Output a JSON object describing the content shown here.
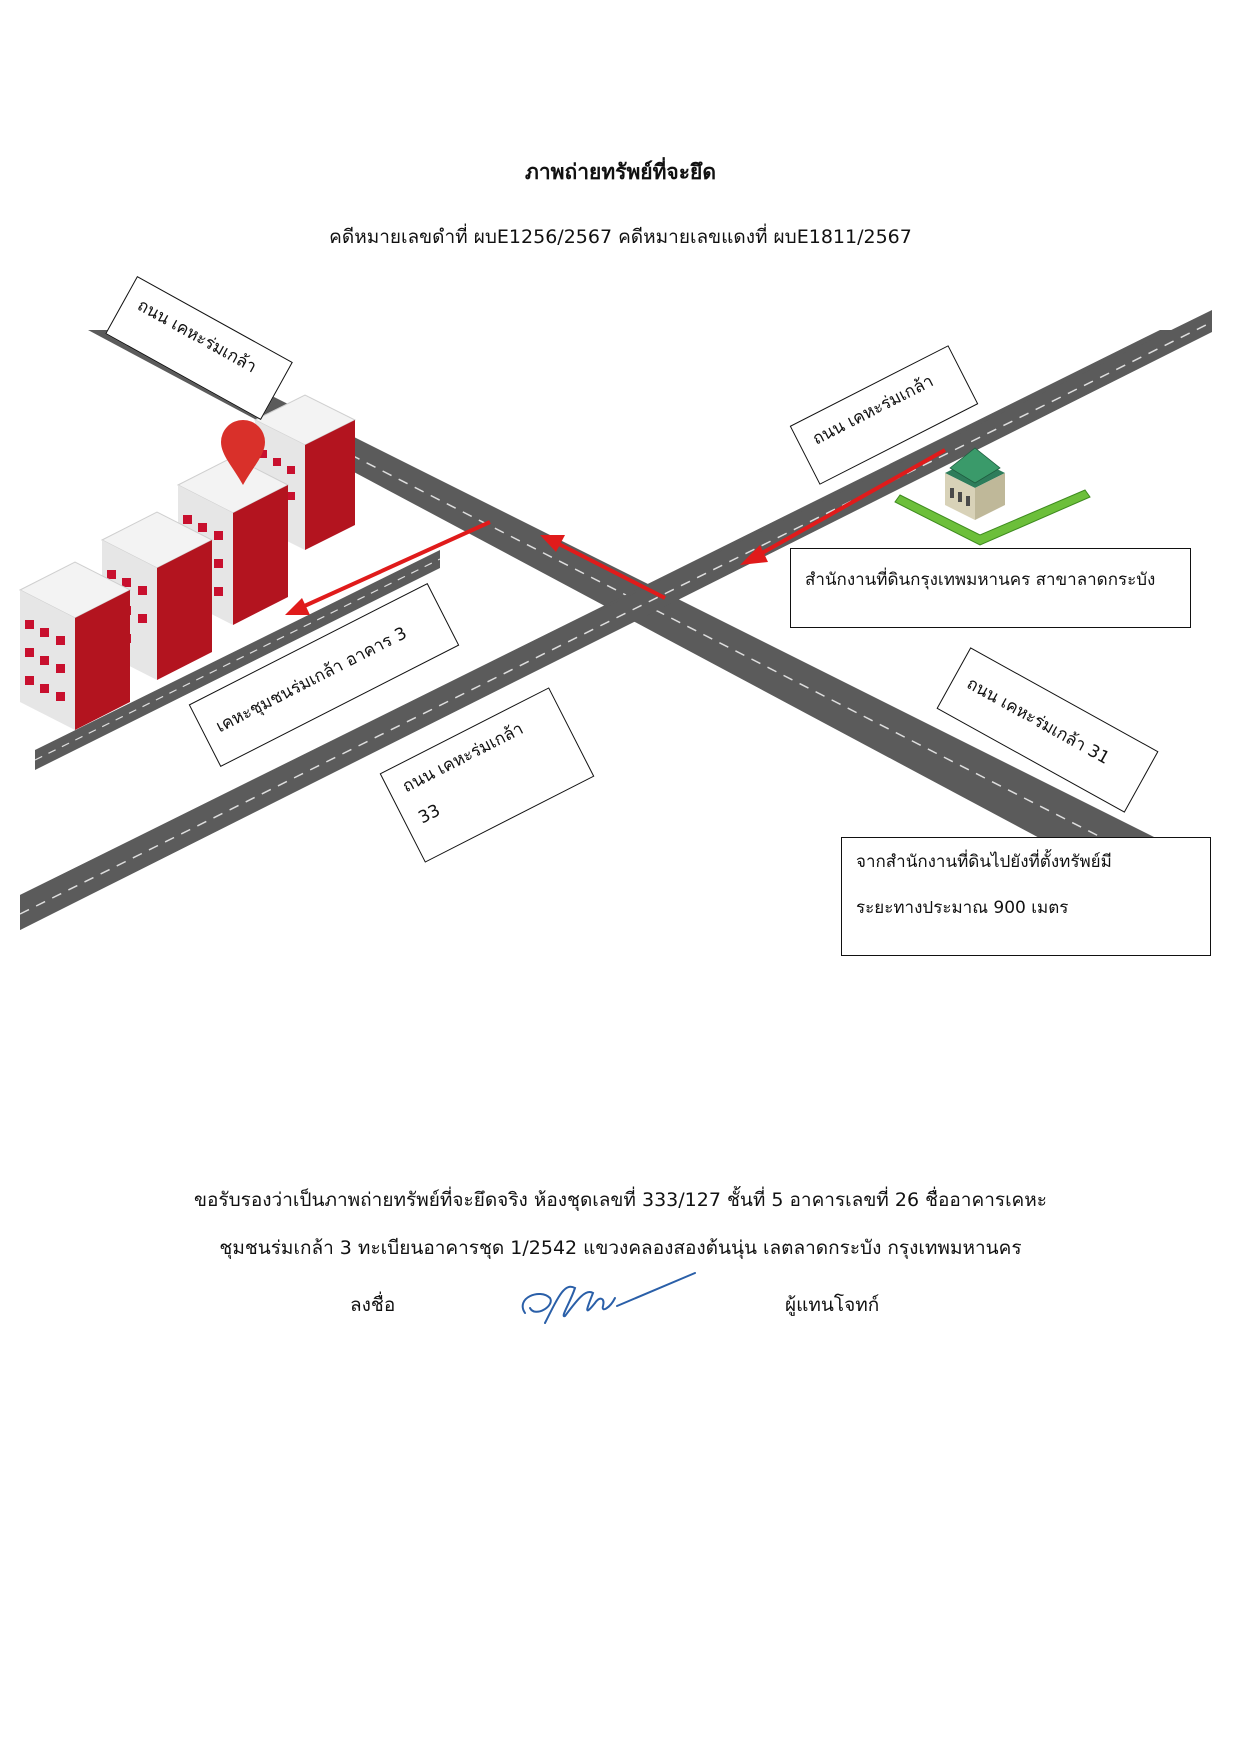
{
  "header": {
    "title": "ภาพถ่ายทรัพย์ที่จะยึด",
    "case_line": "คดีหมายเลขดำที่ ผบE1256/2567 คดีหมายเลขแดงที่ ผบE1811/2567"
  },
  "map": {
    "labels": {
      "road_top_left": "ถนน เคหะร่มเกล้า",
      "road_top_right": "ถนน เคหะร่มเกล้า",
      "office": "สำนักงานที่ดินกรุงเทพมหานคร  สาขาลาดกระบัง",
      "building": "เคหะชุมชนร่มเกล้า อาคาร 3",
      "road_33_line1": "ถนน เคหะร่มเกล้า",
      "road_33_line2": "33",
      "road_31": "ถนน เคหะร่มเกล้า 31",
      "distance_line1": "จากสำนักงานที่ดินไปยังที่ตั้งทรัพย์มี",
      "distance_line2": "ระยะทางประมาณ 900 เมตร"
    },
    "colors": {
      "road": "#5b5b5b",
      "route_arrow": "#e01b1b",
      "building_red": "#c8102e",
      "building_white": "#e9e9e9",
      "pin": "#d9302a",
      "hedge": "#6cbf3a",
      "office_roof": "#2e7d5b"
    },
    "icons": [
      "location-pin-icon",
      "apartment-building-icon",
      "land-office-building-icon"
    ]
  },
  "certification": {
    "line1": "ขอรับรองว่าเป็นภาพถ่ายทรัพย์ที่จะยึดจริง ห้องชุดเลขที่ 333/127 ชั้นที่ 5 อาคารเลขที่ 26 ชื่ออาคารเคหะ",
    "line2": "ชุมชนร่มเกล้า 3 ทะเบียนอาคารชุด 1/2542 แขวงคลองสองต้นนุ่น เลตลาดกระบัง กรุงเทพมหานคร",
    "sign_label": "ลงชื่อ",
    "signer_role": "ผู้แทนโจทก์"
  }
}
